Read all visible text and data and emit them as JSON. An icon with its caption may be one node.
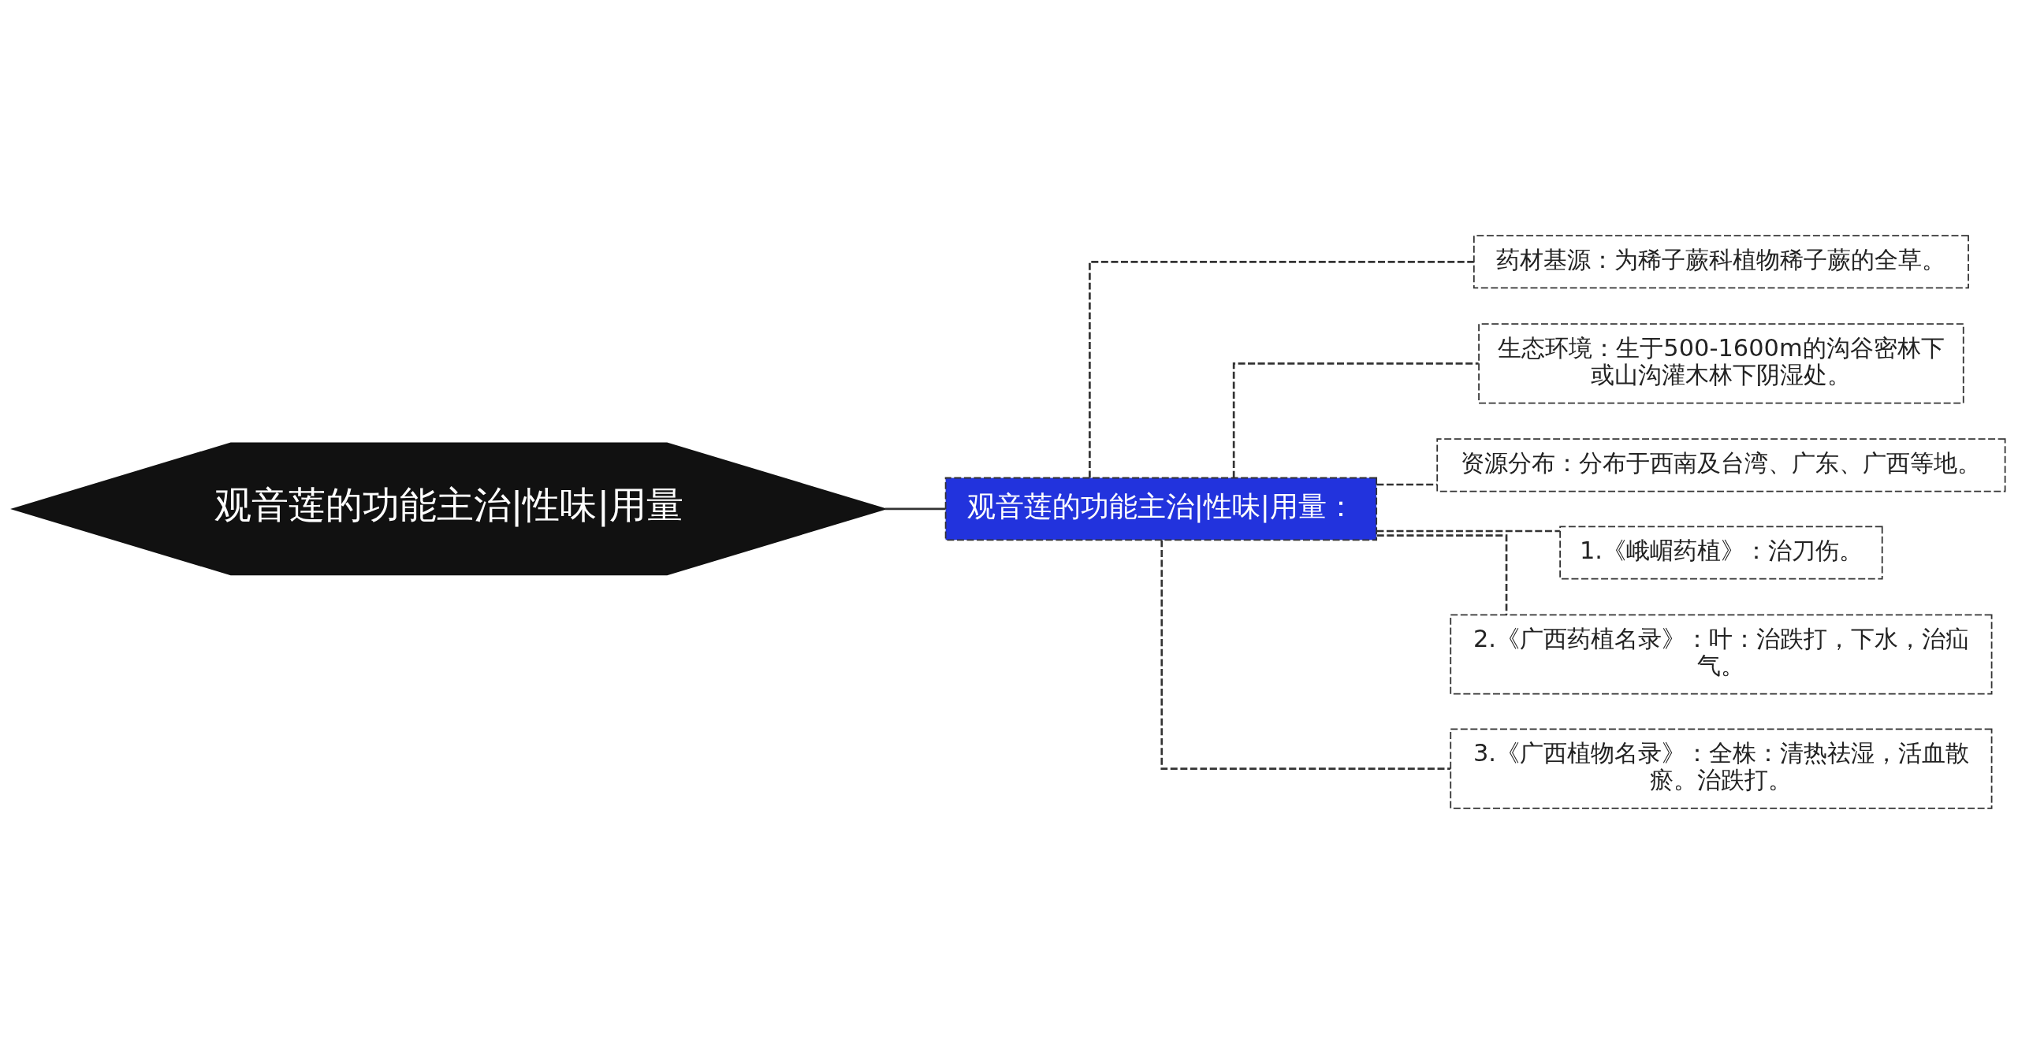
{
  "diagram": {
    "nodes": [
      {
        "text": [
          "观音莲的功能主治|性味|用量"
        ]
      },
      {
        "text": [
          "观音莲的功能主治|性味|用量："
        ]
      },
      {
        "text": [
          "药材基源：为稀子蕨科植物稀子蕨的全草。"
        ]
      },
      {
        "text": [
          "生态环境：生于500-1600m的沟谷密林下或山沟灌木林下阴湿处。"
        ]
      },
      {
        "text": [
          "资源分布：分布于西南及台湾、广东、广西等地。"
        ]
      },
      {
        "text": [
          "1.《峨嵋药植》：治刀伤。"
        ]
      },
      {
        "text": [
          "2.《广西药植名录》：叶：治跌打，下水，治疝气。"
        ]
      },
      {
        "text": [
          "3.《广西植物名录》：全株：清热祛湿，活血散瘀。治跌打。"
        ]
      }
    ],
    "edges": [
      {
        "from": 0,
        "to": 1,
        "arrow": "none"
      },
      {
        "from": 1,
        "to": 2,
        "arrow": "none",
        "style": "dashed"
      },
      {
        "from": 1,
        "to": 3,
        "arrow": "none",
        "style": "dashed"
      },
      {
        "from": 1,
        "to": 4,
        "arrow": "none",
        "style": "dashed"
      },
      {
        "from": 1,
        "to": 5,
        "arrow": "none",
        "style": "dashed"
      },
      {
        "from": 1,
        "to": 6,
        "arrow": "none",
        "style": "dashed"
      },
      {
        "from": 1,
        "to": 7,
        "arrow": "none",
        "style": "dashed"
      }
    ]
  }
}
